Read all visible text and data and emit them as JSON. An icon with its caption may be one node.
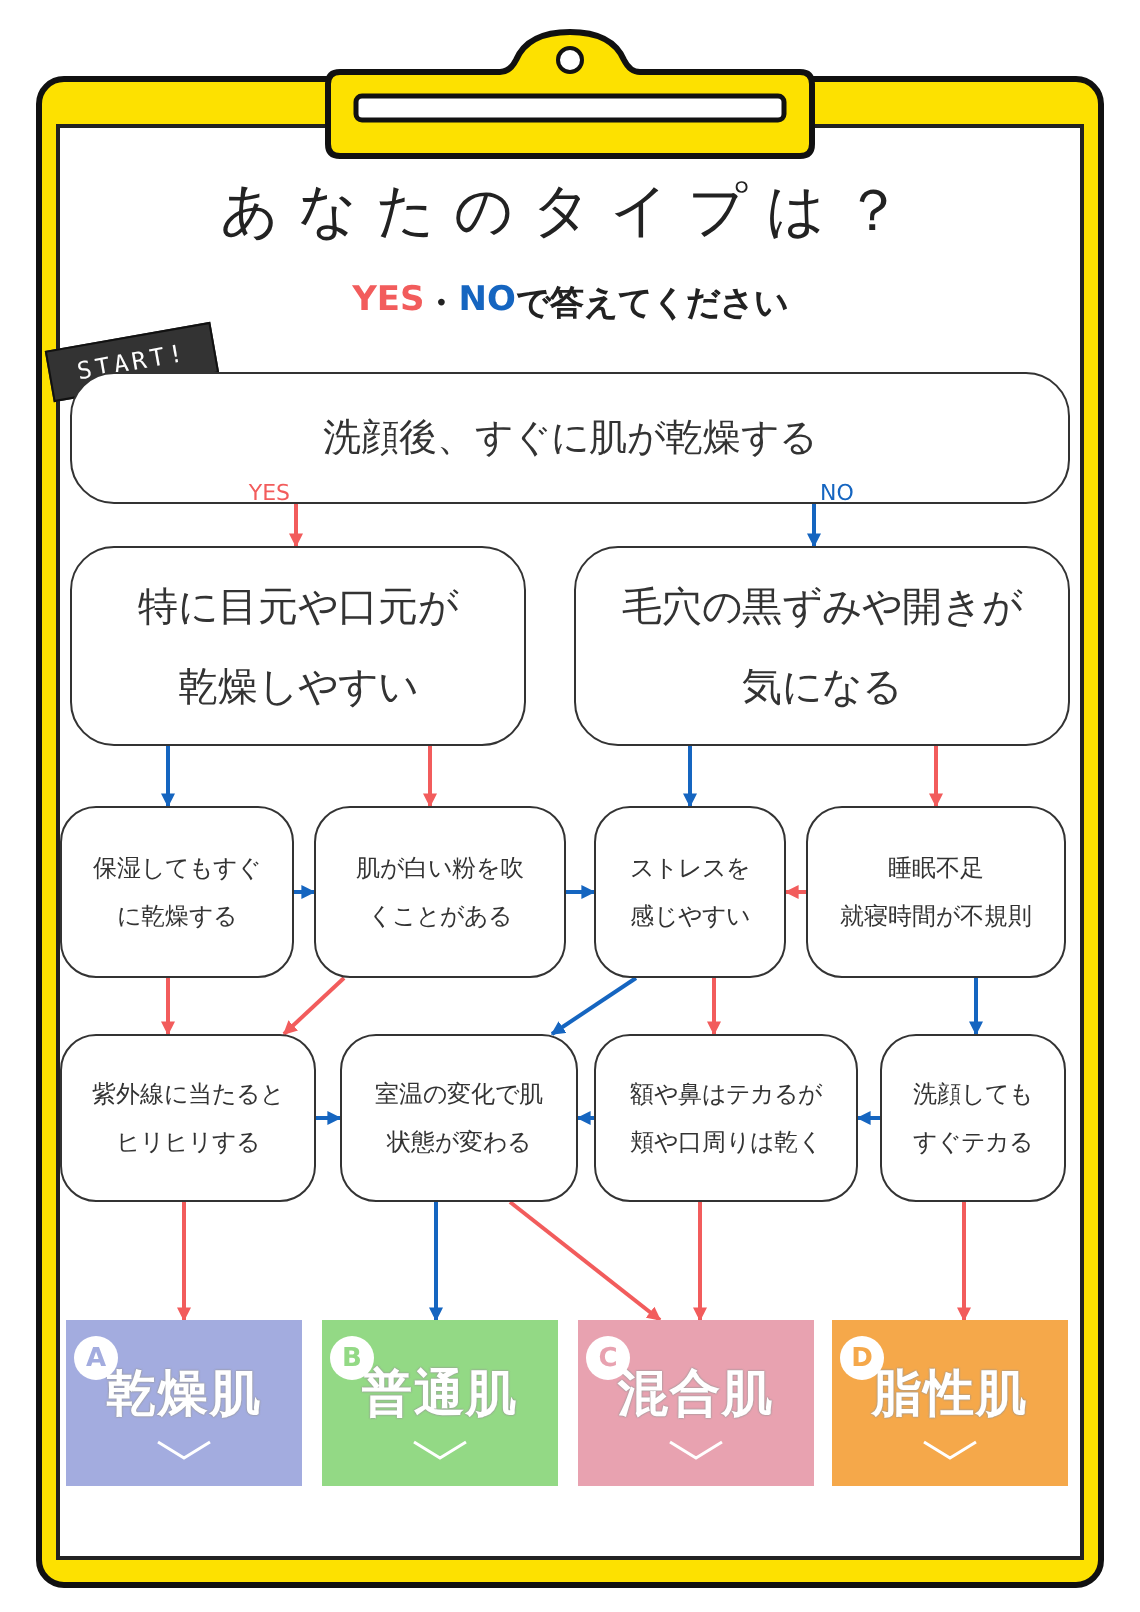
{
  "diagram": {
    "title": "あなたのタイプは？",
    "nodes": [
      {
        "text": [
          "START!"
        ]
      },
      {
        "text": [
          "洗顔後、すぐに肌が乾燥する"
        ]
      },
      {
        "text": [
          "特に目元や口元が乾燥しやすい"
        ]
      },
      {
        "text": [
          "毛穴の黒ずみや開きが気になる"
        ]
      },
      {
        "text": [
          "保湿してもすぐに乾燥する"
        ]
      },
      {
        "text": [
          "肌が白い粉を吹くことがある"
        ]
      },
      {
        "text": [
          "ストレスを感じやすい"
        ]
      },
      {
        "text": [
          "睡眠不足",
          "就寝時間が不規則"
        ]
      },
      {
        "text": [
          "紫外線に当たるとヒリヒリする"
        ]
      },
      {
        "text": [
          "室温の変化で肌状態が変わる"
        ]
      },
      {
        "text": [
          "額や鼻はテカるが頬や口周りは乾く"
        ]
      },
      {
        "text": [
          "洗顔してもすぐテカる"
        ]
      },
      {
        "text": [
          "A",
          "乾燥肌"
        ]
      },
      {
        "text": [
          "B",
          "普通肌"
        ]
      },
      {
        "text": [
          "C",
          "混合肌"
        ]
      },
      {
        "text": [
          "D",
          "脂性肌"
        ]
      }
    ],
    "edges": [
      {
        "from": 1,
        "to": 2,
        "arrow": "to",
        "label": "YES",
        "color": "#f25c5c"
      },
      {
        "from": 1,
        "to": 3,
        "arrow": "to",
        "label": "NO",
        "color": "#1565c0"
      },
      {
        "from": 2,
        "to": 4,
        "arrow": "to",
        "color": "#1565c0"
      },
      {
        "from": 2,
        "to": 5,
        "arrow": "to",
        "color": "#f25c5c"
      },
      {
        "from": 3,
        "to": 6,
        "arrow": "to",
        "color": "#1565c0"
      },
      {
        "from": 3,
        "to": 7,
        "arrow": "to",
        "color": "#f25c5c"
      },
      {
        "from": 4,
        "to": 5,
        "arrow": "to",
        "color": "#1565c0"
      },
      {
        "from": 5,
        "to": 6,
        "arrow": "to",
        "color": "#1565c0"
      },
      {
        "from": 7,
        "to": 6,
        "arrow": "to",
        "color": "#f25c5c"
      },
      {
        "from": 4,
        "to": 8,
        "arrow": "to",
        "color": "#f25c5c"
      },
      {
        "from": 5,
        "to": 8,
        "arrow": "to",
        "color": "#f25c5c"
      },
      {
        "from": 6,
        "to": 9,
        "arrow": "to",
        "color": "#1565c0"
      },
      {
        "from": 6,
        "to": 10,
        "arrow": "to",
        "color": "#f25c5c"
      },
      {
        "from": 7,
        "to": 11,
        "arrow": "to",
        "color": "#1565c0"
      },
      {
        "from": 8,
        "to": 9,
        "arrow": "to",
        "color": "#1565c0"
      },
      {
        "from": 10,
        "to": 9,
        "arrow": "to",
        "color": "#1565c0"
      },
      {
        "from": 11,
        "to": 10,
        "arrow": "to",
        "color": "#1565c0"
      },
      {
        "from": 8,
        "to": 12,
        "arrow": "to",
        "color": "#f25c5c"
      },
      {
        "from": 9,
        "to": 13,
        "arrow": "to",
        "color": "#1565c0"
      },
      {
        "from": 9,
        "to": 14,
        "arrow": "to",
        "color": "#f25c5c"
      },
      {
        "from": 10,
        "to": 14,
        "arrow": "to",
        "color": "#f25c5c"
      },
      {
        "from": 11,
        "to": 15,
        "arrow": "to",
        "color": "#f25c5c"
      }
    ],
    "labels": [
      "YES",
      "・",
      "NO",
      "で答えてください"
    ]
  }
}
